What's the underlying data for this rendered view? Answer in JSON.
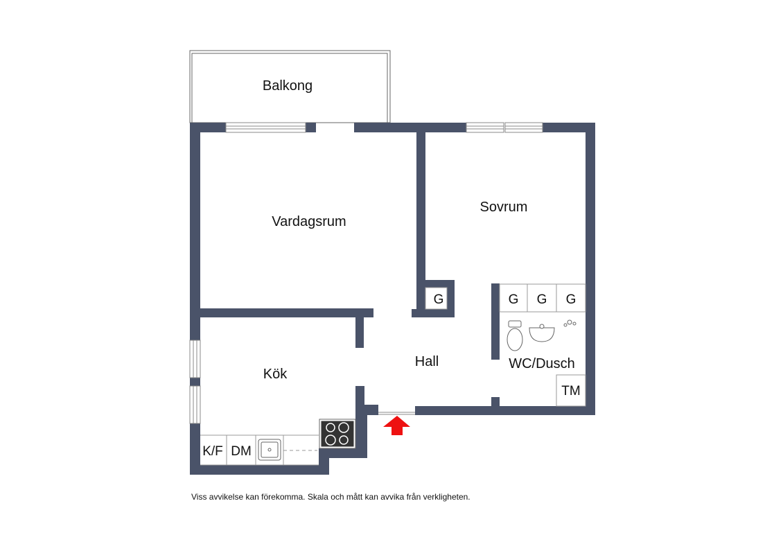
{
  "rooms": {
    "balkong": "Balkong",
    "vardagsrum": "Vardagsrum",
    "sovrum": "Sovrum",
    "kok": "Kök",
    "hall": "Hall",
    "wc": "WC/Dusch"
  },
  "fixtures": {
    "g": "G",
    "tm": "TM",
    "kf": "K/F",
    "dm": "DM"
  },
  "colors": {
    "wall": "#4a5369",
    "entrance_arrow": "#ee1111"
  },
  "disclaimer": "Viss avvikelse kan förekomma. Skala och mått kan avvika från verkligheten."
}
